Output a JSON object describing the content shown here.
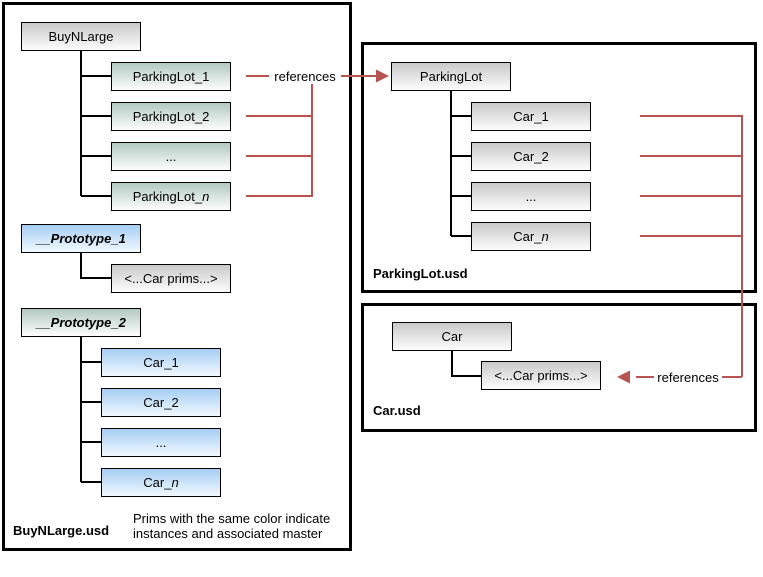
{
  "colors": {
    "reference_line": "#b85450",
    "connector_line": "#000000",
    "gray_gradient_top": "#c9c9c9",
    "teal_gradient_top": "#b2c9c1",
    "blue_gradient_top": "#a6cef4"
  },
  "buynlarge_panel": {
    "file_label": "BuyNLarge.usd",
    "caption_line1": "Prims with the same color indicate",
    "caption_line2": "instances and associated master",
    "root": {
      "text": "BuyNLarge"
    },
    "children": [
      {
        "text": "ParkingLot_1"
      },
      {
        "text": "ParkingLot_2"
      },
      {
        "text": "..."
      },
      {
        "text": "ParkingLot_",
        "suffix": "n"
      }
    ],
    "prototype1": {
      "text": "__Prototype_1"
    },
    "prototype1_child": {
      "text": "<...Car prims...>"
    },
    "prototype2": {
      "text": "__Prototype_2"
    },
    "prototype2_children": [
      {
        "text": "Car_1"
      },
      {
        "text": "Car_2"
      },
      {
        "text": "..."
      },
      {
        "text": "Car_",
        "suffix": "n"
      }
    ]
  },
  "parkinglot_panel": {
    "file_label": "ParkingLot.usd",
    "root": {
      "text": "ParkingLot"
    },
    "children": [
      {
        "text": "Car_1"
      },
      {
        "text": "Car_2"
      },
      {
        "text": "..."
      },
      {
        "text": "Car_",
        "suffix": "n"
      }
    ]
  },
  "car_panel": {
    "file_label": "Car.usd",
    "root": {
      "text": "Car"
    },
    "child": {
      "text": "<...Car prims...>"
    }
  },
  "annotations": {
    "references_top": "references",
    "references_bottom": "references"
  }
}
